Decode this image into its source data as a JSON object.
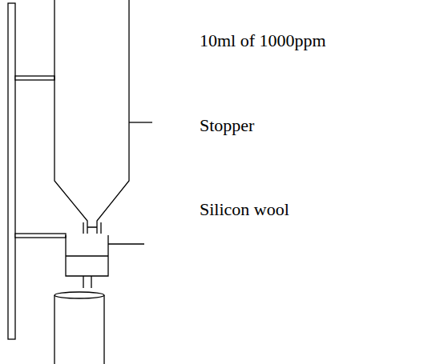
{
  "diagram": {
    "labels": [
      "10ml of 1000ppm",
      "Stopper",
      "Silicon wool"
    ]
  }
}
